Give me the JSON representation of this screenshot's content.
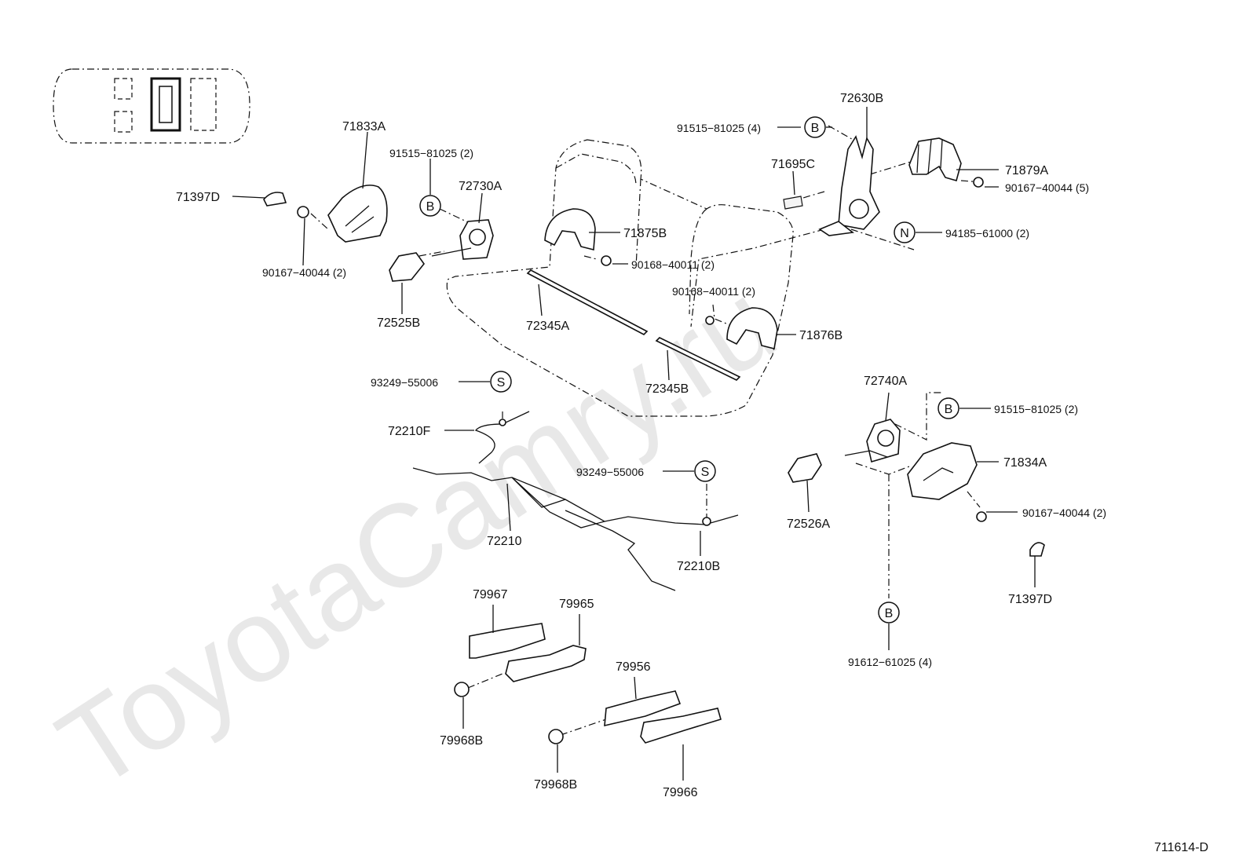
{
  "watermark": "ToyotaCamry.ru",
  "drawing_code": "711614-D",
  "markers": {
    "B": "B",
    "N": "N",
    "S": "S"
  },
  "parts": {
    "p72630B": "72630B",
    "p91515_4": "91515−81025 (4)",
    "p71695C": "71695C",
    "p71879A": "71879A",
    "p90167_5": "90167−40044 (5)",
    "p94185": "94185−61000 (2)",
    "p71833A": "71833A",
    "p91515_2a": "91515−81025 (2)",
    "p72730A": "72730A",
    "p71397D_a": "71397D",
    "p90167_2a": "90167−40044 (2)",
    "p71875B": "71875B",
    "p90168_a": "90168−40011 (2)",
    "p90168_b": "90168−40011 (2)",
    "p72525B": "72525B",
    "p72345A": "72345A",
    "p71876B": "71876B",
    "p72345B": "72345B",
    "p93249_a": "93249−55006",
    "p72210F": "72210F",
    "p93249_b": "93249−55006",
    "p72210": "72210",
    "p72210B": "72210B",
    "p72740A": "72740A",
    "p91515_2b": "91515−81025 (2)",
    "p71834A": "71834A",
    "p72526A": "72526A",
    "p90167_2b": "90167−40044 (2)",
    "p71397D_b": "71397D",
    "p91612": "91612−61025 (4)",
    "p79967": "79967",
    "p79965": "79965",
    "p79956": "79956",
    "p79968B_a": "79968B",
    "p79968B_b": "79968B",
    "p79966": "79966"
  }
}
